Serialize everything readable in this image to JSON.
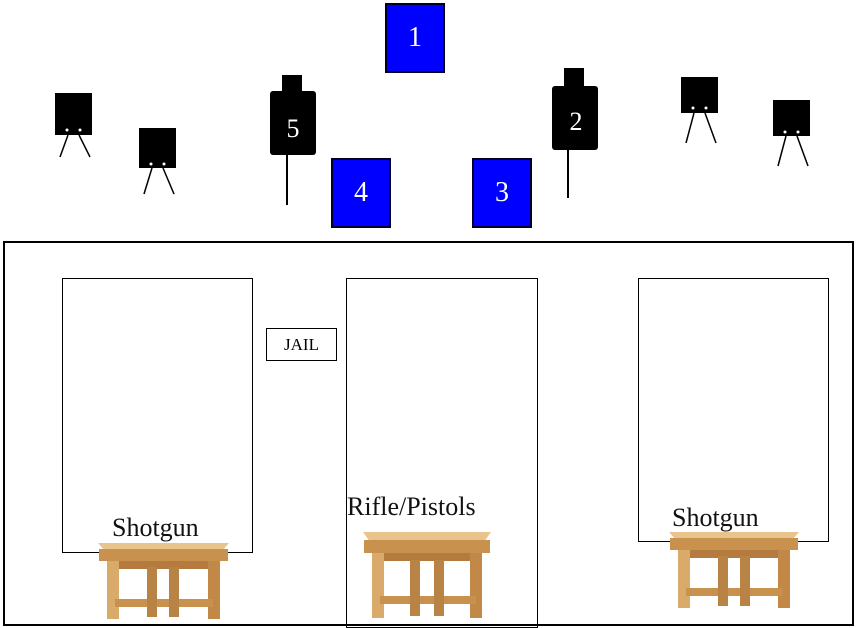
{
  "targets": {
    "blue": [
      {
        "number": "1"
      },
      {
        "number": "3"
      },
      {
        "number": "4"
      }
    ],
    "silhouettes": [
      {
        "number": "5"
      },
      {
        "number": "2"
      }
    ],
    "steel_stand_count": 4,
    "colors": {
      "blue_target": "#0000ff",
      "steel": "#000000"
    }
  },
  "stage": {
    "jail_label": "JAIL",
    "tables": [
      {
        "label": "Shotgun"
      },
      {
        "label": "Rifle/Pistols"
      },
      {
        "label": "Shotgun"
      }
    ]
  }
}
